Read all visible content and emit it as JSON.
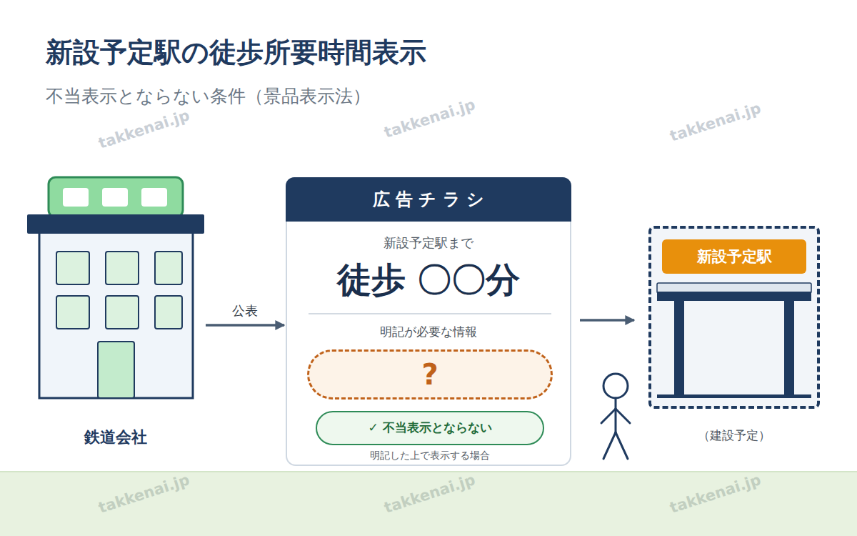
{
  "diagram": {
    "title": "新設予定駅の徒歩所要時間表示",
    "nodes": [
      {
        "text": [
          "鉄道会社"
        ]
      },
      {
        "text": [
          "広告チラシ",
          "新設予定駅まで",
          "徒歩 〇〇分",
          "明記が必要な情報"
        ]
      },
      {
        "text": [
          "?"
        ],
        "in": 1
      },
      {
        "text": [
          "✓ 不当表示とならない",
          "明記した上で表示する場合"
        ],
        "in": 1
      },
      {
        "text": [
          "新設予定駅",
          "（建設予定）"
        ]
      }
    ],
    "edges": [
      {
        "from": 0,
        "to": 1,
        "label": "公表",
        "arrow": "to"
      },
      {
        "from": 1,
        "to": 4,
        "arrow": "to"
      }
    ],
    "labels": [
      "不当表示とならない条件（景品表示法）",
      "takkenai.jp",
      "takkenai.jp",
      "takkenai.jp",
      "takkenai.jp",
      "takkenai.jp",
      "takkenai.jp"
    ]
  }
}
